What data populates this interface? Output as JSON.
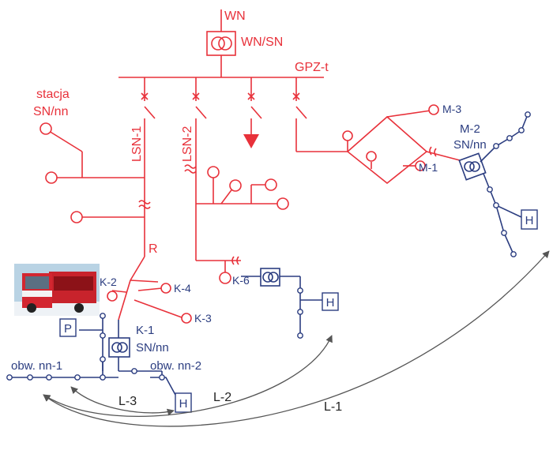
{
  "colors": {
    "medium_voltage": "#e8313a",
    "low_voltage": "#2b3d80",
    "paths": "#555555",
    "truck_body": "#c8232c"
  },
  "labels": {
    "wn": "WN",
    "wn_sn": "WN/SN",
    "gpz": "GPZ-t",
    "stacja": "stacja",
    "sn_nn_station": "SN/nn",
    "lsn1": "LSN-1",
    "lsn2": "LSN-2",
    "r": "R",
    "m3": "M-3",
    "m2": "M-2",
    "m2_sn_nn": "SN/nn",
    "m1": "M-1",
    "k2": "K-2",
    "k4": "K-4",
    "k6": "K-6",
    "k3": "K-3",
    "k1": "K-1",
    "k1_sn_nn": "SN/nn",
    "obw1": "obw. nn-1",
    "obw2": "obw. nn-2",
    "l1": "L-1",
    "l2": "L-2",
    "l3": "L-3"
  },
  "boxes": {
    "h_right": "H",
    "h_middle": "H",
    "h_bottom": "H",
    "p": "P"
  },
  "icons": {
    "transformer": "transformer-icon",
    "truck": "fire-truck-icon",
    "load_arrow": "load-arrow-icon"
  }
}
